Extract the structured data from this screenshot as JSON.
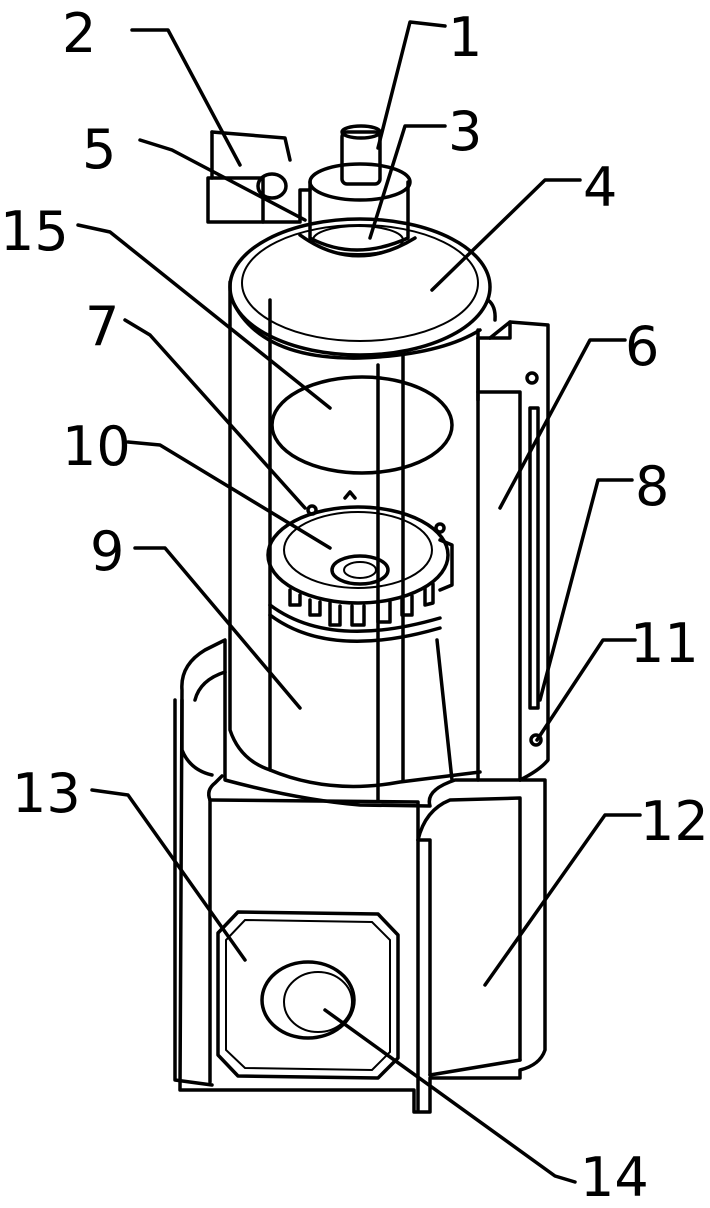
{
  "labels": {
    "l1": "1",
    "l2": "2",
    "l3": "3",
    "l4": "4",
    "l5": "5",
    "l6": "6",
    "l7": "7",
    "l8": "8",
    "l9": "9",
    "l10": "10",
    "l11": "11",
    "l12": "12",
    "l13": "13",
    "l14": "14",
    "l15": "15"
  },
  "colors": {
    "ink": "#000000",
    "paper": "#ffffff"
  }
}
